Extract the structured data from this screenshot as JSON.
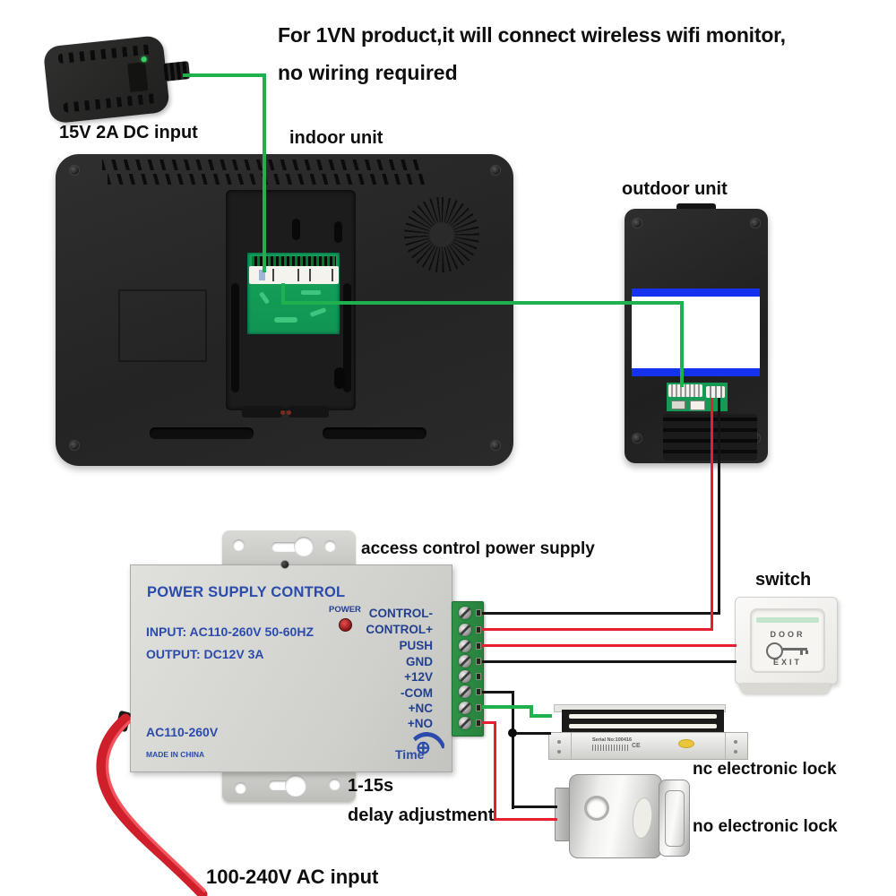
{
  "title": {
    "line1": "For 1VN product,it will connect wireless wifi monitor,",
    "line2": "no wiring required"
  },
  "labels": {
    "adapter": "15V 2A DC input",
    "indoor_unit": "indoor unit",
    "outdoor_unit": "outdoor unit",
    "power_supply": "access control power supply",
    "switch": "switch",
    "nc_lock": "nc electronic lock",
    "no_lock": "no electronic lock",
    "delay_value": "1-15s",
    "delay_caption": "delay adjustment",
    "ac_input": "100-240V  AC input"
  },
  "power_supply_unit": {
    "name": "POWER SUPPLY CONTROL",
    "input_spec": "INPUT: AC110-260V 50-60HZ",
    "output_spec": "OUTPUT: DC12V  3A",
    "voltage_range": "AC110-260V",
    "origin": "MADE IN CHINA",
    "power_led_label": "POWER",
    "time_label": "Time",
    "terminals": [
      "CONTROL-",
      "CONTROL+",
      "PUSH",
      "GND",
      "+12V",
      "-COM",
      "+NC",
      "+NO"
    ]
  },
  "exit_switch": {
    "door": "DOOR",
    "exit": "EXIT"
  },
  "maglock": {
    "serial": "Serial No:100416",
    "ce_mark": "CE"
  },
  "icons": {
    "time_dial": "⊕"
  },
  "wire_colors": {
    "green": "#1fb14e",
    "red": "#e51f2f",
    "black": "#151515"
  }
}
